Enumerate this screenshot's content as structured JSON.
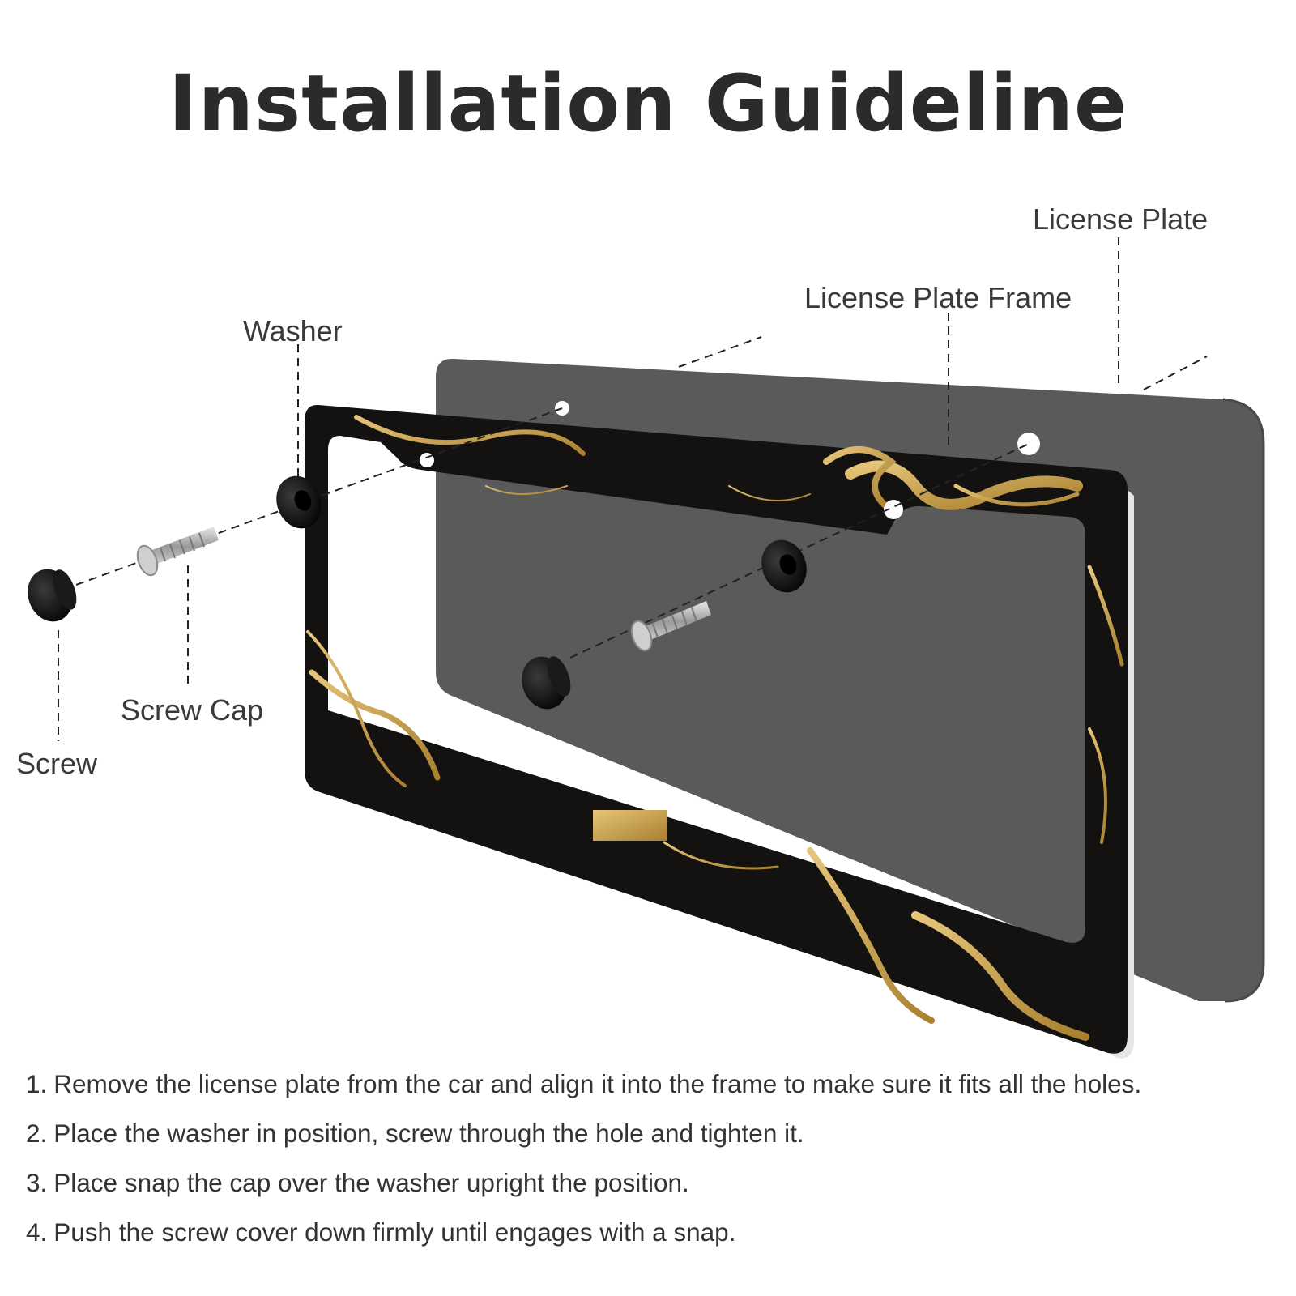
{
  "title": "Installation Guideline",
  "labels": {
    "license_plate": "License Plate",
    "license_plate_frame": "License Plate Frame",
    "washer": "Washer",
    "screw_cap": "Screw Cap",
    "screw": "Screw"
  },
  "steps": [
    {
      "num": "1.",
      "text": "Remove the license plate from the car and align it into the frame to make sure it fits all the holes."
    },
    {
      "num": "2.",
      "text": "Place the washer in position, screw through the hole and tighten it."
    },
    {
      "num": "3.",
      "text": "Place snap the cap over the washer upright the position."
    },
    {
      "num": "4.",
      "text": "Push the screw cover down firmly until engages with a snap."
    }
  ],
  "colors": {
    "plate": "#5a5a5a",
    "frame": "#141210",
    "gold": "#c9a24a",
    "hardware": "#111111",
    "screw_metal": "#b8b8b8",
    "text": "#333333"
  }
}
